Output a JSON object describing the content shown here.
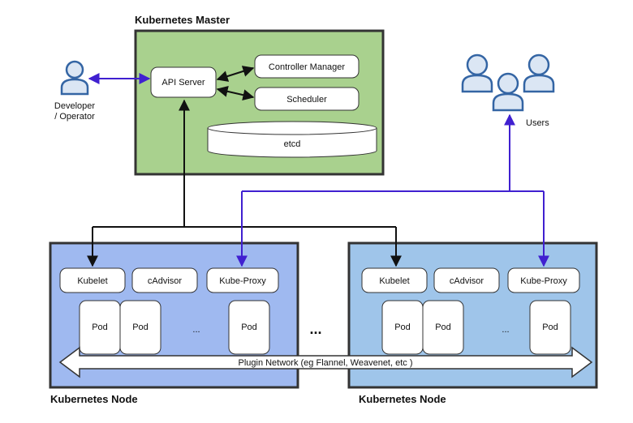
{
  "master": {
    "title": "Kubernetes Master",
    "api_server": "API Server",
    "controller_manager": "Controller Manager",
    "scheduler": "Scheduler",
    "etcd": "etcd"
  },
  "developer": {
    "label_line1": "Developer",
    "label_line2": "/ Operator"
  },
  "users": {
    "label": "Users"
  },
  "nodes": [
    {
      "title": "Kubernetes Node",
      "kubelet": "Kubelet",
      "cadvisor": "cAdvisor",
      "kube_proxy": "Kube-Proxy",
      "pods": [
        "Pod",
        "Pod",
        "Pod"
      ],
      "pod_ellipsis": "..."
    },
    {
      "title": "Kubernetes Node",
      "kubelet": "Kubelet",
      "cadvisor": "cAdvisor",
      "kube_proxy": "Kube-Proxy",
      "pods": [
        "Pod",
        "Pod",
        "Pod"
      ],
      "pod_ellipsis": "..."
    }
  ],
  "node_ellipsis": "...",
  "plugin_network": "Plugin Network (eg Flannel, Weavenet, etc )",
  "colors": {
    "master_fill": "#a9d18e",
    "node1_fill": "#9fb9f0",
    "node2_fill": "#9fc5ea",
    "control_arrow": "#111111",
    "user_arrow": "#4020d0",
    "person_icon": "#3465a4"
  }
}
